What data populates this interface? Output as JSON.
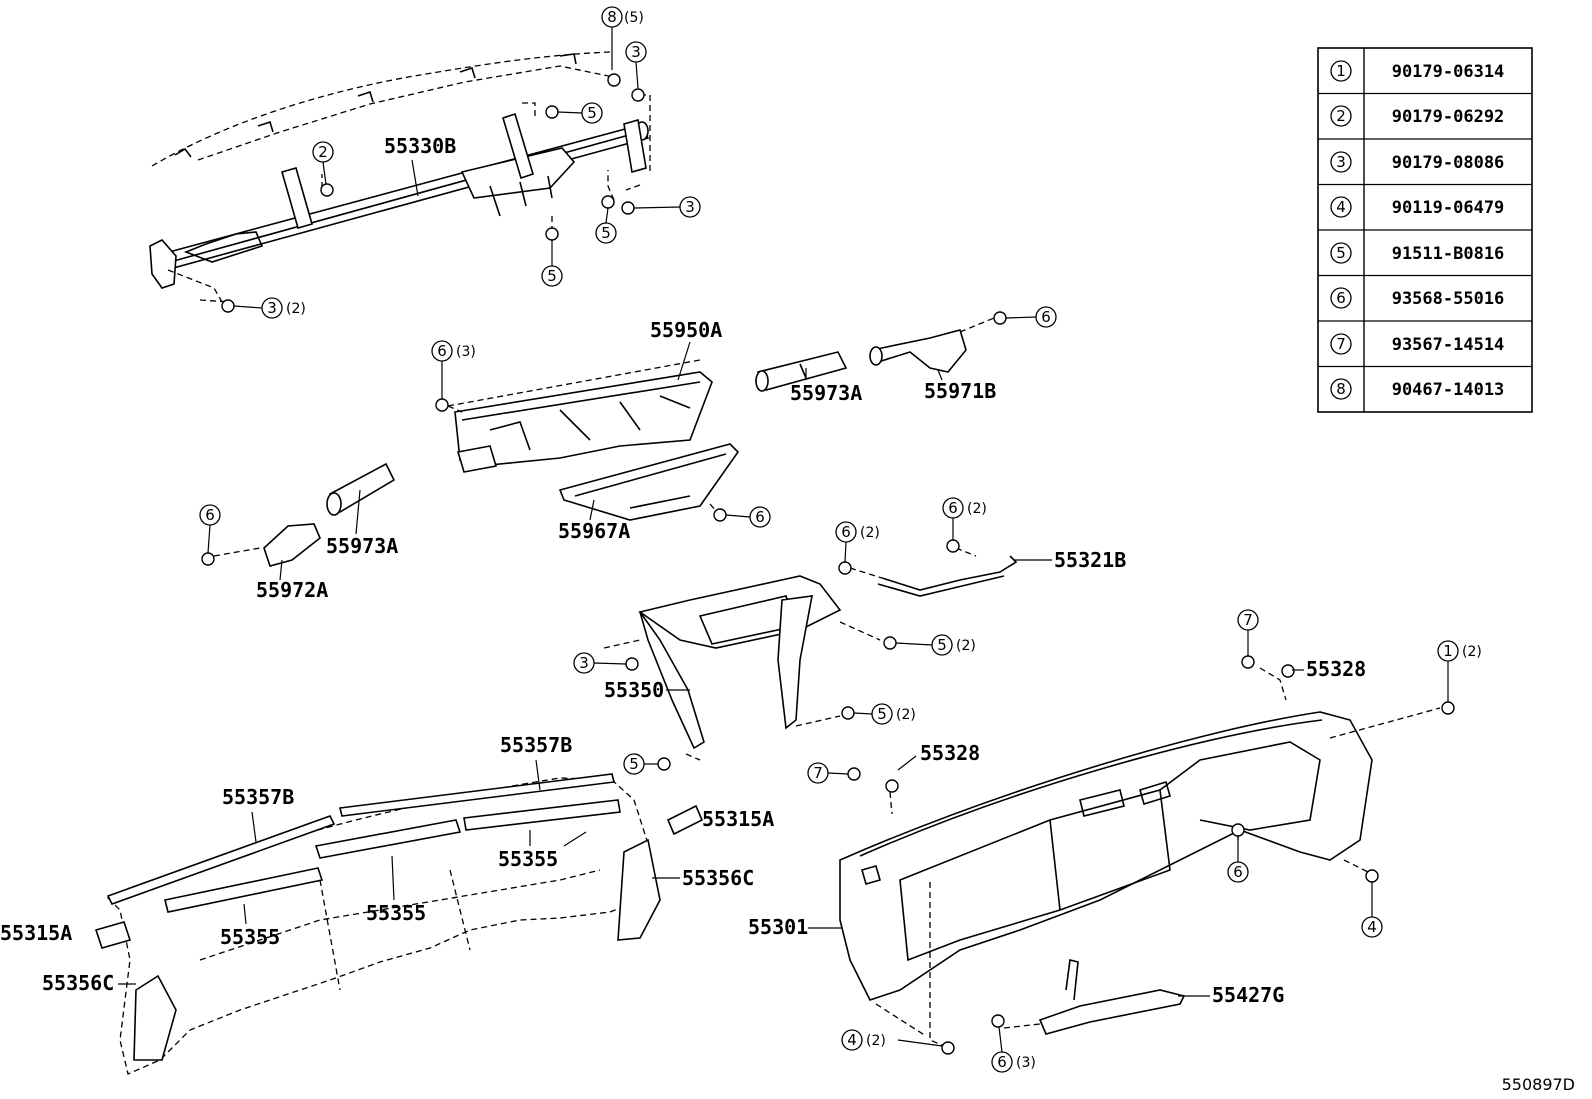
{
  "diagram_code": "550897D",
  "fastener_table": [
    {
      "num": "1",
      "part": "90179-06314"
    },
    {
      "num": "2",
      "part": "90179-06292"
    },
    {
      "num": "3",
      "part": "90179-08086"
    },
    {
      "num": "4",
      "part": "90119-06479"
    },
    {
      "num": "5",
      "part": "91511-B0816"
    },
    {
      "num": "6",
      "part": "93568-55016"
    },
    {
      "num": "7",
      "part": "93567-14514"
    },
    {
      "num": "8",
      "part": "90467-14013"
    }
  ],
  "part_labels": {
    "p55330B": "55330B",
    "p55950A": "55950A",
    "p55973A_top": "55973A",
    "p55971B": "55971B",
    "p55973A_left": "55973A",
    "p55972A": "55972A",
    "p55967A": "55967A",
    "p55321B": "55321B",
    "p55350": "55350",
    "p55328_right": "55328",
    "p55328_mid": "55328",
    "p55357B_right": "55357B",
    "p55357B_left": "55357B",
    "p55315A_right": "55315A",
    "p55315A_left": "55315A",
    "p55355_mid": "55355",
    "p55355_center": "55355",
    "p55355_left": "55355",
    "p55356C_right": "55356C",
    "p55356C_left": "55356C",
    "p55301": "55301",
    "p55427G": "55427G"
  },
  "callouts": {
    "c8_top": {
      "num": "8",
      "qty": "(5)"
    },
    "c3_top": {
      "num": "3"
    },
    "c5_top": {
      "num": "5"
    },
    "c2": {
      "num": "2"
    },
    "c3_right": {
      "num": "3"
    },
    "c5_mid": {
      "num": "5"
    },
    "c5_low": {
      "num": "5"
    },
    "c3_bottom": {
      "num": "3",
      "qty": "(2)"
    },
    "c6_duct": {
      "num": "6",
      "qty": "(3)"
    },
    "c6_971": {
      "num": "6"
    },
    "c6_972": {
      "num": "6"
    },
    "c6_967": {
      "num": "6"
    },
    "c6_321a": {
      "num": "6",
      "qty": "(2)"
    },
    "c6_321b": {
      "num": "6",
      "qty": "(2)"
    },
    "c3_350": {
      "num": "3"
    },
    "c5_350a": {
      "num": "5",
      "qty": "(2)"
    },
    "c5_350b": {
      "num": "5",
      "qty": "(2)"
    },
    "c5_350c": {
      "num": "5"
    },
    "c7_right": {
      "num": "7"
    },
    "c1": {
      "num": "1",
      "qty": "(2)"
    },
    "c7_mid": {
      "num": "7"
    },
    "c6_301": {
      "num": "6"
    },
    "c4_right": {
      "num": "4"
    },
    "c4_bottom": {
      "num": "4",
      "qty": "(2)"
    },
    "c6_427": {
      "num": "6",
      "qty": "(3)"
    }
  }
}
